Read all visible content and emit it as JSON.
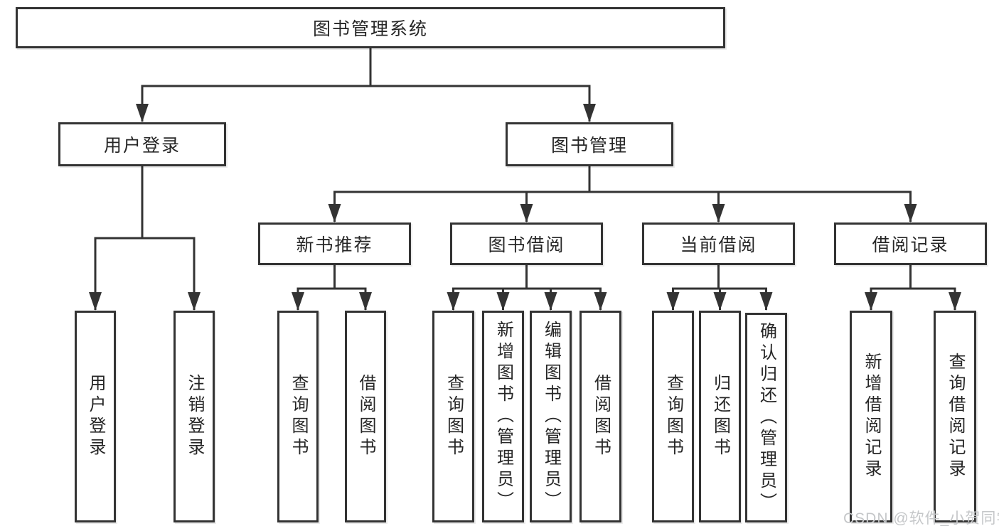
{
  "diagram": {
    "root": {
      "label": "图书管理系统"
    },
    "branches": [
      {
        "label": "用户登录",
        "leaves": [
          "用户登录",
          "注销登录"
        ]
      },
      {
        "label": "图书管理",
        "sections": [
          {
            "label": "新书推荐",
            "leaves": [
              "查询图书",
              "借阅图书"
            ]
          },
          {
            "label": "图书借阅",
            "leaves": [
              "查询图书",
              "新增图书（管理员）",
              "编辑图书（管理员）",
              "借阅图书"
            ]
          },
          {
            "label": "当前借阅",
            "leaves": [
              "查询图书",
              "归还图书",
              "确认归还（管理员）"
            ]
          },
          {
            "label": "借阅记录",
            "leaves": [
              "新增借阅记录",
              "查询借阅记录"
            ]
          }
        ]
      }
    ]
  },
  "watermark": {
    "text": "CSDN @软件_小贺同学"
  },
  "colors": {
    "line": "#333333",
    "text": "#262626",
    "background": "#ffffff",
    "watermark": "#c5c7c9"
  }
}
